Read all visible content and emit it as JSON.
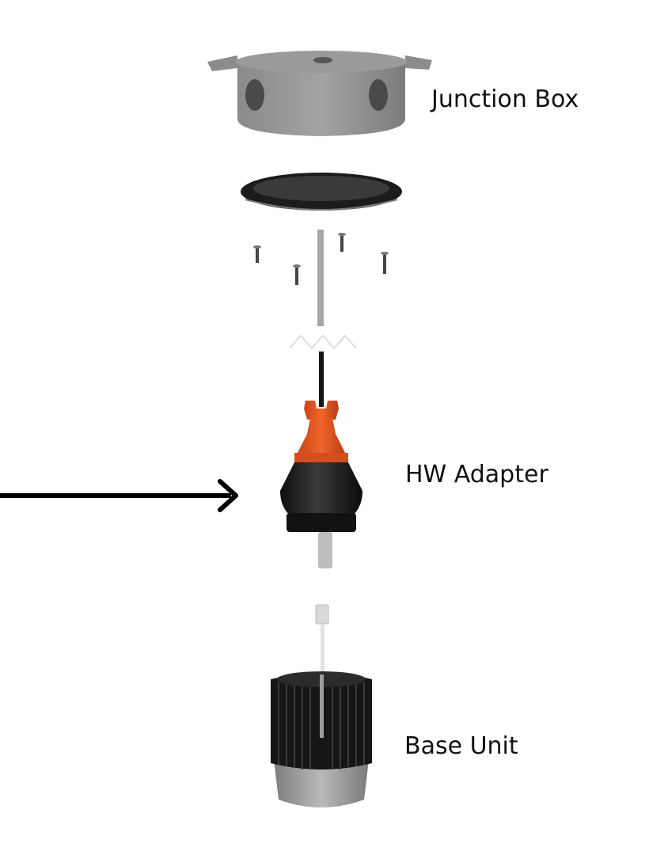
{
  "labels": {
    "junction_box": "Junction Box",
    "hw_adapter": "HW Adapter",
    "base_unit": "Base Unit"
  },
  "colors": {
    "junction_box": "#8f8f8f",
    "gasket": "#1c1c1c",
    "orange_collar": "#e2561f",
    "adapter_body": "#1e1e1e",
    "base_fins": "#161616",
    "base_bottom": "#9a9a9a",
    "arrow": "#000000"
  }
}
